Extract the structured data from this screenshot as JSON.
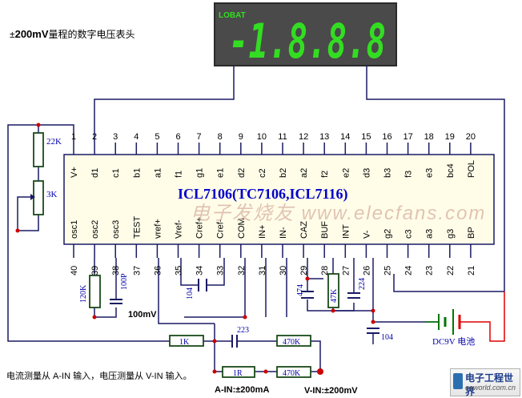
{
  "title": {
    "pm": "±",
    "range": "200mV",
    "suffix": "量程的数字电压表头"
  },
  "display": {
    "lobat": "LOBAT",
    "digits": "-1.8.8.8",
    "bg_color": "#4a4a4a",
    "digit_color": "#33dd22"
  },
  "chip": {
    "label": "ICL7106(TC7106,ICL7116)",
    "fill_color": "#fffde8",
    "top_pins": [
      "1",
      "2",
      "3",
      "4",
      "5",
      "6",
      "7",
      "8",
      "9",
      "10",
      "11",
      "12",
      "13",
      "14",
      "15",
      "16",
      "17",
      "18",
      "19",
      "20"
    ],
    "top_names": [
      "V+",
      "d1",
      "c1",
      "b1",
      "a1",
      "f1",
      "g1",
      "e1",
      "d2",
      "c2",
      "b2",
      "a2",
      "f2",
      "e2",
      "d3",
      "b3",
      "f3",
      "e3",
      "bc4",
      "POL"
    ],
    "bottom_pins": [
      "40",
      "39",
      "38",
      "37",
      "36",
      "35",
      "34",
      "33",
      "32",
      "31",
      "30",
      "29",
      "28",
      "27",
      "26",
      "25",
      "24",
      "23",
      "22",
      "21"
    ],
    "bottom_names": [
      "osc1",
      "osc2",
      "osc3",
      "TEST",
      "vref+",
      "Vref-",
      "Cref+",
      "Cref-",
      "COM",
      "IN+",
      "IN-",
      "CAZ",
      "BUF",
      "INT",
      "V-",
      "g2",
      "c3",
      "a3",
      "g3",
      "BP"
    ]
  },
  "components": {
    "r22k": "22K",
    "pot3k": "3K",
    "r120k": "120K",
    "c100p": "100P",
    "c104a": "104",
    "c474": "474",
    "r47k": "47K",
    "c224": "224",
    "r1k": "1K",
    "c223": "223",
    "r470k_top": "470K",
    "c104b": "104",
    "r1r": "1R",
    "r470k_bottom": "470K",
    "battery": "DC9V 电池"
  },
  "labels": {
    "mv100": "100mV",
    "ain": "A-IN:±200mA",
    "vin": "V-IN:±200mV"
  },
  "note": "电流测量从 A-IN 输入，电压测量从 V-IN 输入。",
  "watermark": "电子发烧友 www.elecfans.com",
  "logo": {
    "cn": "电子工程世界",
    "url": "eeworld.com.cn"
  },
  "colors": {
    "wire": "#1a1a66",
    "resistor": "#1a4a1a",
    "component_text": "#0000aa",
    "node": "#cc0000",
    "battery_pos": "#dd0000",
    "battery_neg": "#007700",
    "chip_text": "#0000cc"
  }
}
